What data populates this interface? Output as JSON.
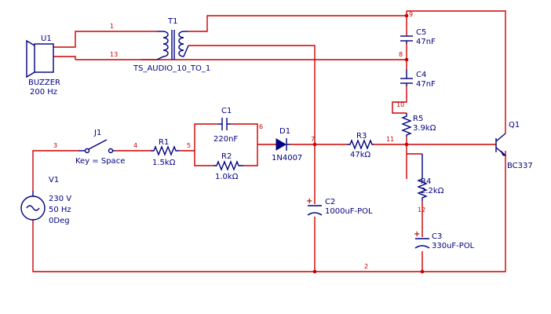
{
  "components": {
    "u1": {
      "ref": "U1",
      "name": "BUZZER",
      "value": "200 Hz"
    },
    "t1": {
      "ref": "T1",
      "model": "TS_AUDIO_10_TO_1"
    },
    "j1": {
      "ref": "J1",
      "note": "Key = Space"
    },
    "r1": {
      "ref": "R1",
      "value": "1.5kΩ"
    },
    "c1": {
      "ref": "C1",
      "value": "220nF"
    },
    "r2": {
      "ref": "R2",
      "value": "1.0kΩ"
    },
    "d1": {
      "ref": "D1",
      "model": "1N4007"
    },
    "c2": {
      "ref": "C2",
      "value": "1000uF-POL"
    },
    "r3": {
      "ref": "R3",
      "value": "47kΩ"
    },
    "c5": {
      "ref": "C5",
      "value": "47nF"
    },
    "c4": {
      "ref": "C4",
      "value": "47nF"
    },
    "r5": {
      "ref": "R5",
      "value": "3.9kΩ"
    },
    "r4": {
      "ref": "R4",
      "value": "2.2kΩ"
    },
    "c3": {
      "ref": "C3",
      "value": "330uF-POL"
    },
    "q1": {
      "ref": "Q1",
      "model": "BC337"
    },
    "v1": {
      "ref": "V1",
      "voltage": "230 V",
      "freq": "50 Hz",
      "phase": "0Deg"
    }
  },
  "nets": {
    "n1": "1",
    "n2": "2",
    "n3": "3",
    "n4": "4",
    "n5": "5",
    "n6": "6",
    "n7": "7",
    "n8": "8",
    "n9": "9",
    "n10": "10",
    "n11": "11",
    "n12": "12",
    "n13": "13"
  },
  "polarity": {
    "plus": "+"
  },
  "colors": {
    "wire": "#cc0000",
    "component": "#000080",
    "background": "#ffffff"
  }
}
